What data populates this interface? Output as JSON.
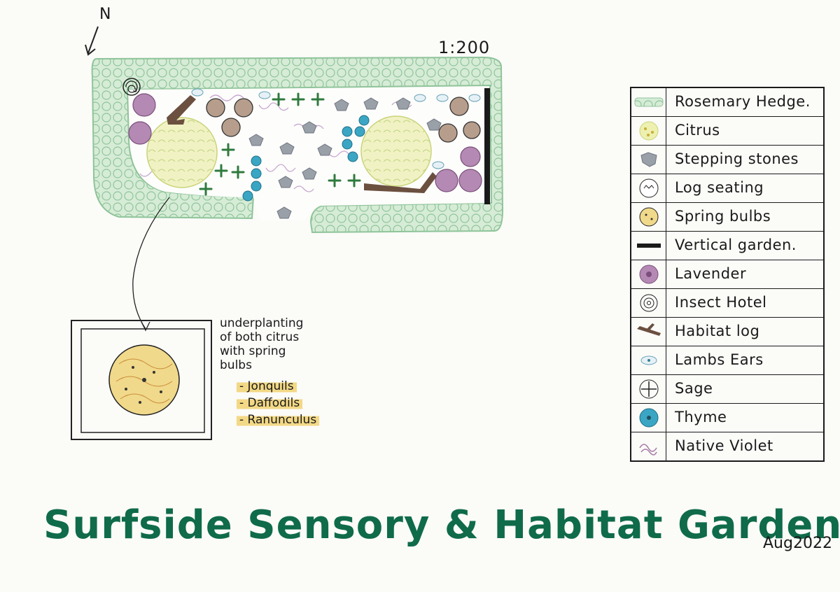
{
  "north": {
    "label": "N"
  },
  "scale": {
    "label": "1:200"
  },
  "detail_note": {
    "lines": [
      "underplanting",
      "of both citrus",
      "with spring",
      "bulbs"
    ],
    "bulbs": [
      "- Jonquils",
      "- Daffodils",
      "- Ranunculus"
    ]
  },
  "legend": {
    "items": [
      {
        "label": "Rosemary Hedge.",
        "icon": "rosemary-hedge-icon"
      },
      {
        "label": "Citrus",
        "icon": "citrus-icon"
      },
      {
        "label": "Stepping stones",
        "icon": "stepping-stone-icon"
      },
      {
        "label": "Log seating",
        "icon": "log-seating-icon"
      },
      {
        "label": "Spring bulbs",
        "icon": "spring-bulbs-icon"
      },
      {
        "label": "Vertical garden.",
        "icon": "vertical-garden-icon"
      },
      {
        "label": "Lavender",
        "icon": "lavender-icon"
      },
      {
        "label": "Insect Hotel",
        "icon": "insect-hotel-icon"
      },
      {
        "label": "Habitat log",
        "icon": "habitat-log-icon"
      },
      {
        "label": "Lambs Ears",
        "icon": "lambs-ears-icon"
      },
      {
        "label": "Sage",
        "icon": "sage-icon"
      },
      {
        "label": "Thyme",
        "icon": "thyme-icon"
      },
      {
        "label": "Native Violet",
        "icon": "native-violet-icon"
      }
    ]
  },
  "title": "Surfside Sensory & Habitat Garden",
  "date": "Aug2022",
  "colors": {
    "hedge": "#cfe8cf",
    "hedge_stroke": "#8fc49a",
    "citrus": "#eef0b0",
    "lavender": "#a77aa6",
    "thyme": "#3aa6c4",
    "stone": "#9aa0a8",
    "log": "#6b4f3f",
    "sage": "#2f7a3e",
    "violet": "#c7a8cf",
    "title": "#0f6b4a"
  }
}
